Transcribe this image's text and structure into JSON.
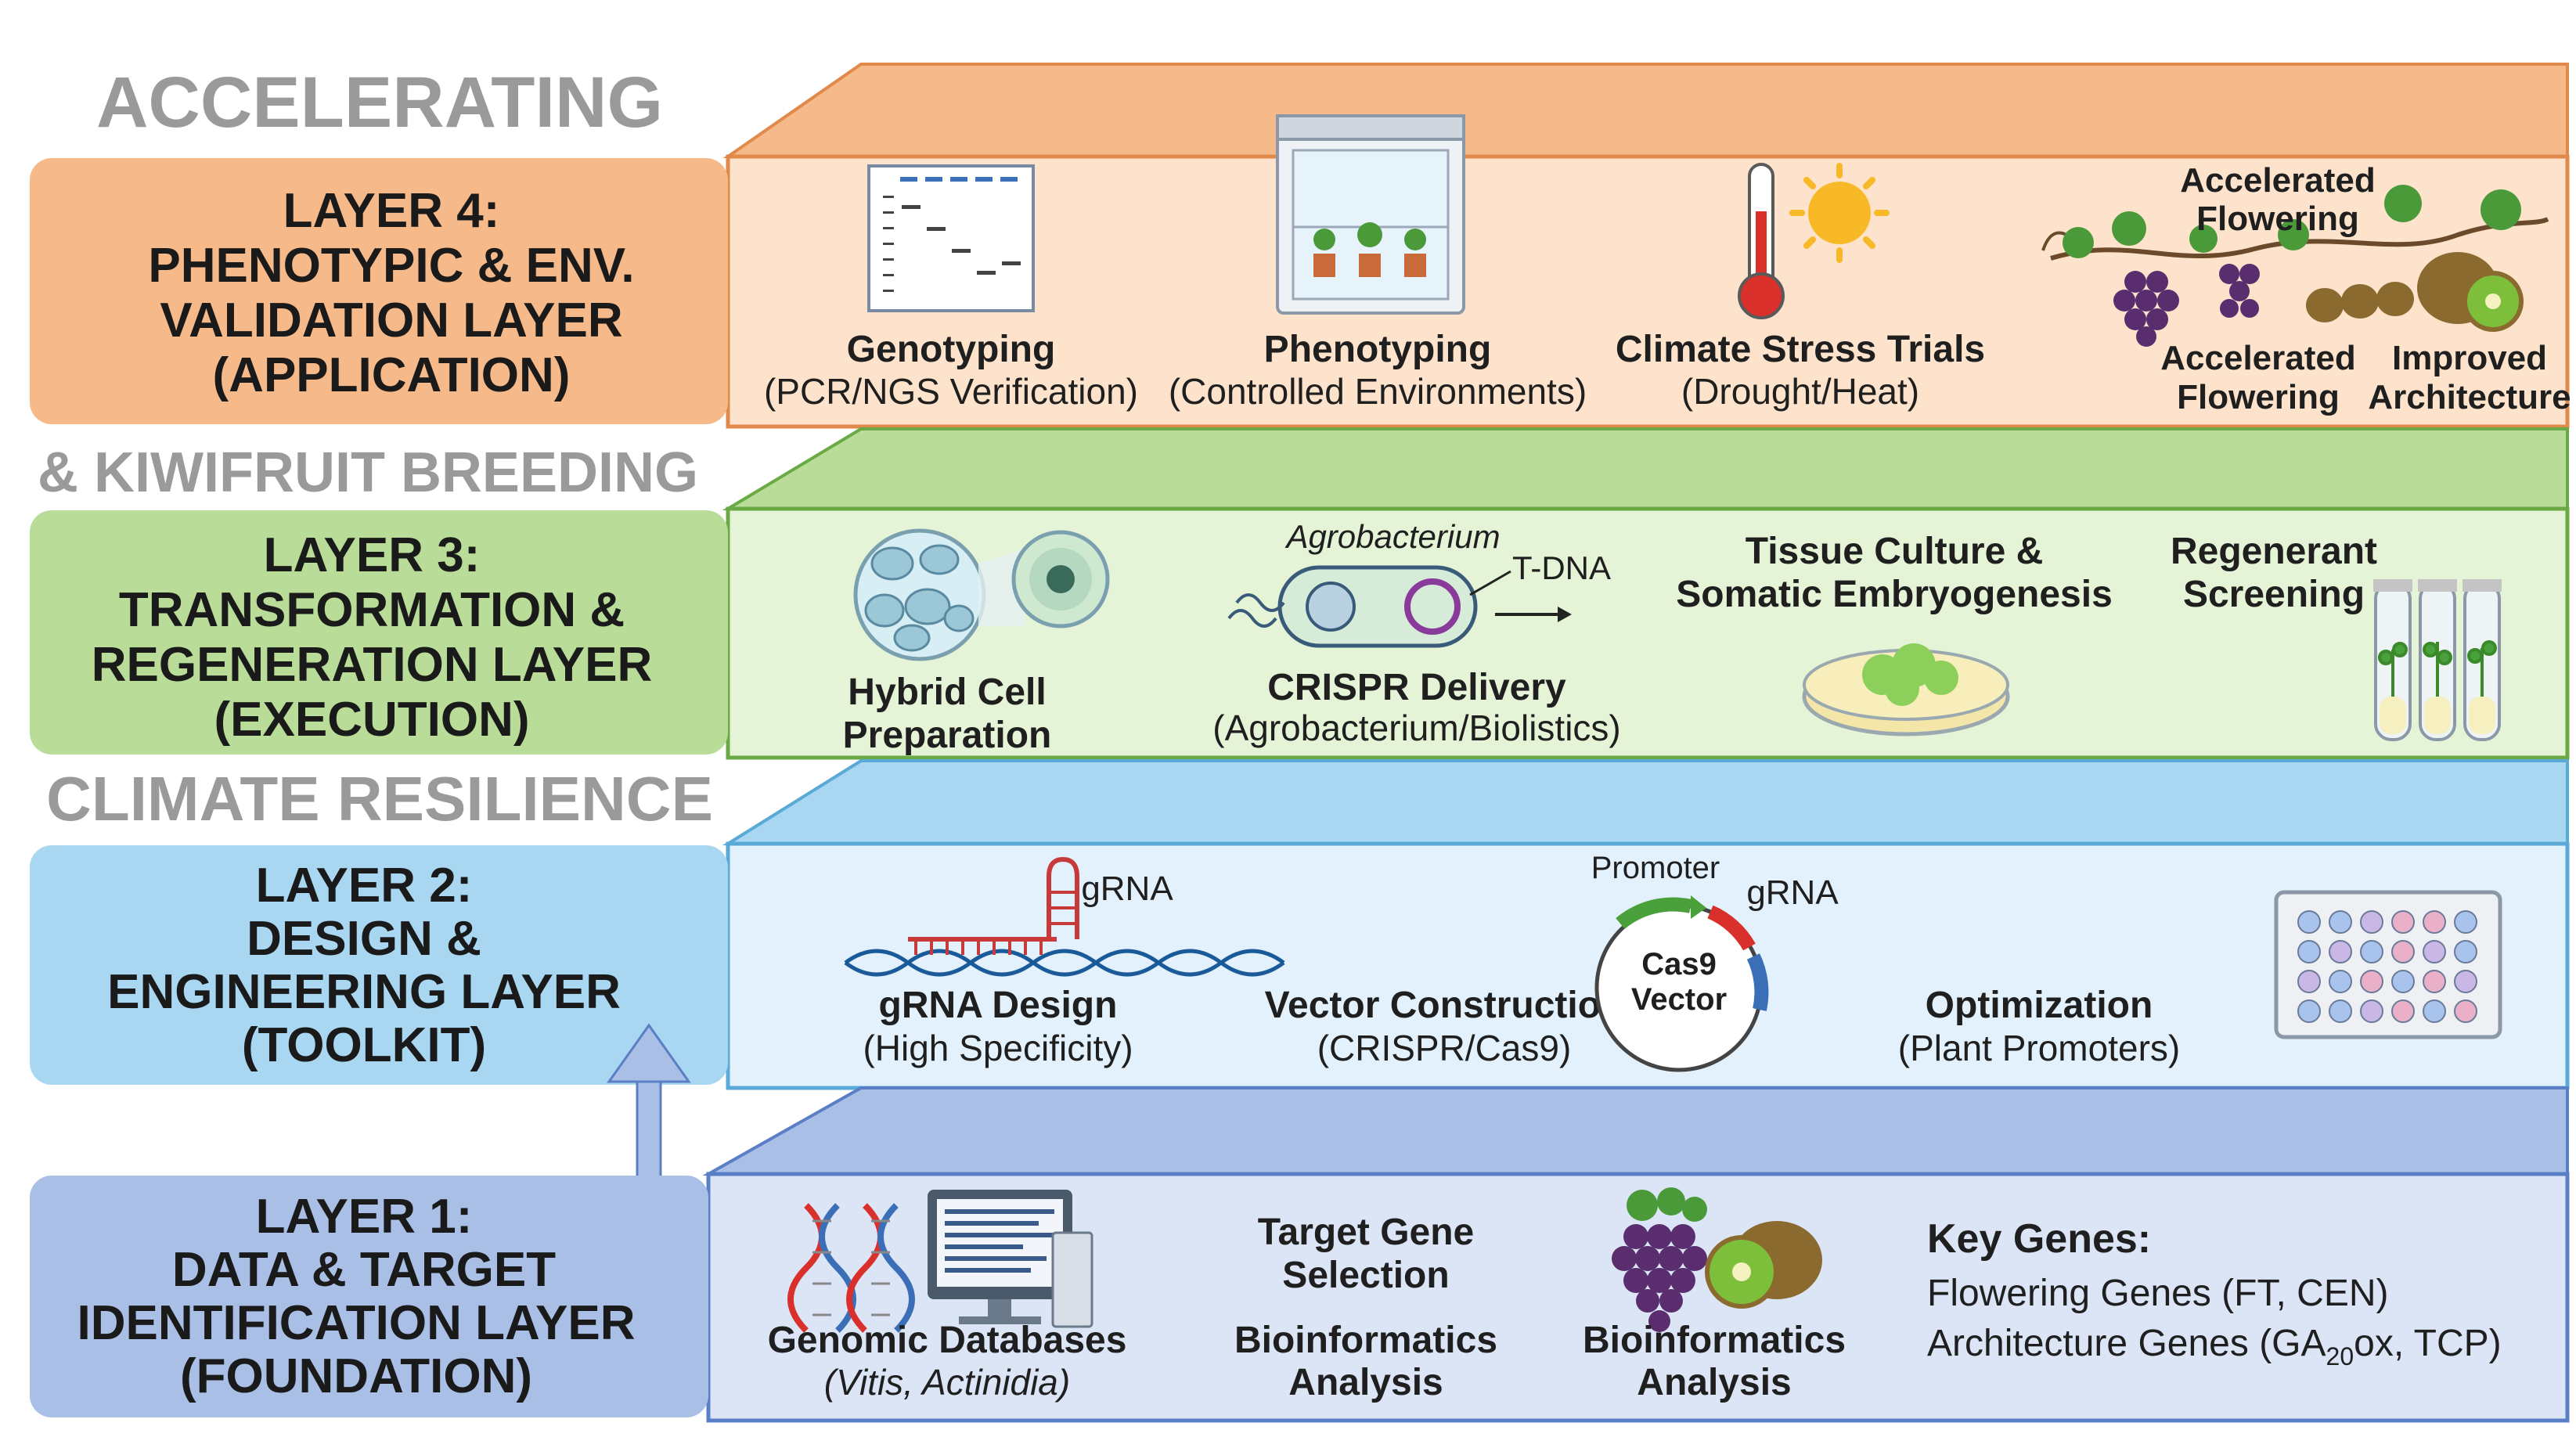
{
  "colors": {
    "layer4_fill": "#fde3cc",
    "layer4_side": "#f5b98a",
    "layer4_border": "#e0894a",
    "layer3_fill": "#e5f3d6",
    "layer3_side": "#b9dc98",
    "layer3_border": "#6aaa46",
    "layer2_fill": "#e2f1fb",
    "layer2_side": "#a9d6f1",
    "layer2_border": "#5aaad8",
    "layer1_fill": "#dbe5f6",
    "layer1_side": "#a9bfe6",
    "layer1_border": "#5b7fc7",
    "banner_text": "#9a9a9a"
  },
  "banners": {
    "top": "ACCELERATING",
    "middle": "& KIWIFRUIT BREEDING",
    "bottom": "CLIMATE RESILIENCE"
  },
  "layers": {
    "layer4": {
      "title_lines": [
        "LAYER 4:",
        "PHENOTYPIC & ENV.",
        "VALIDATION LAYER",
        "(APPLICATION)"
      ],
      "items": {
        "genotyping": {
          "title": "Genotyping",
          "sub": "(PCR/NGS Verification)"
        },
        "phenotyping": {
          "title": "Phenotyping",
          "sub": "(Controlled Environments)"
        },
        "climate": {
          "title": "Climate Stress Trials",
          "sub": "(Drought/Heat)"
        },
        "flowering_top": [
          "Accelerated",
          "Flowering"
        ],
        "flowering_bottom": [
          "Accelerated",
          "Flowering"
        ],
        "architecture": [
          "Improved",
          "Architecture"
        ]
      }
    },
    "layer3": {
      "title_lines": [
        "LAYER 3:",
        "TRANSFORMATION &",
        "REGENERATION LAYER",
        "(EXECUTION)"
      ],
      "items": {
        "hybrid": [
          "Hybrid Cell",
          "Preparation"
        ],
        "agro_label": "Agrobacterium",
        "tdna_label": "T-DNA",
        "crispr": {
          "title": "CRISPR Delivery",
          "sub": "(Agrobacterium/Biolistics)"
        },
        "tissue": [
          "Tissue Culture &",
          "Somatic Embryogenesis"
        ],
        "regenerant": [
          "Regenerant",
          "Screening"
        ]
      }
    },
    "layer2": {
      "title_lines": [
        "LAYER 2:",
        "DESIGN &",
        "ENGINEERING LAYER",
        "(TOOLKIT)"
      ],
      "items": {
        "grna_label": "gRNA",
        "grna": {
          "title": "gRNA Design",
          "sub": "(High Specificity)"
        },
        "vector": {
          "title": "Vector Construction",
          "sub": "(CRISPR/Cas9)"
        },
        "promoter_label": "Promoter",
        "grna_label2": "gRNA",
        "cas9": [
          "Cas9",
          "Vector"
        ],
        "optimization": {
          "title": "Optimization",
          "sub": "(Plant Promoters)"
        }
      }
    },
    "layer1": {
      "title_lines": [
        "LAYER 1:",
        "DATA & TARGET",
        "IDENTIFICATION LAYER",
        "(FOUNDATION)"
      ],
      "items": {
        "genomic": {
          "title": "Genomic Databases",
          "sub": "(Vitis, Actinidia)"
        },
        "target": [
          "Target Gene",
          "Selection"
        ],
        "bioinf1": [
          "Bioinformatics",
          "Analysis"
        ],
        "bioinf2": [
          "Bioinformatics",
          "Analysis"
        ],
        "key_genes_title": "Key Genes:",
        "key_genes_flowering": "Flowering Genes (FT, CEN)",
        "key_genes_arch_pre": "Architecture Genes (GA",
        "key_genes_arch_sub": "20",
        "key_genes_arch_post": "ox, TCP)"
      }
    }
  }
}
